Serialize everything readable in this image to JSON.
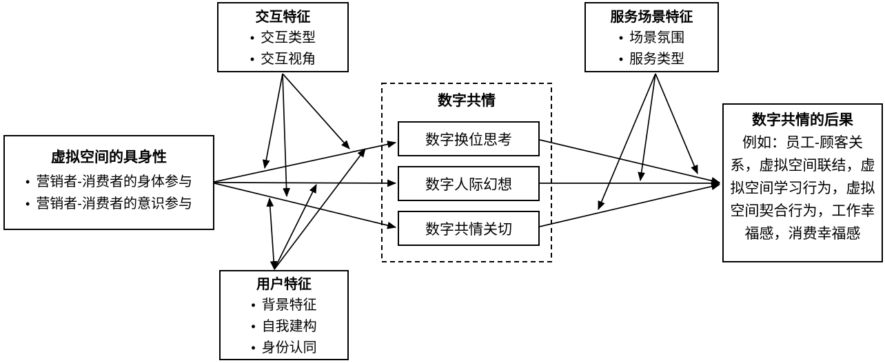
{
  "figure": {
    "type": "conceptual-model-diagram",
    "language": "zh-CN"
  },
  "colors": {
    "background": "#ffffff",
    "line": "#000000",
    "text": "#000000",
    "box_border": "#000000"
  },
  "glyphs": {
    "bullet": "•"
  },
  "boxes": {
    "interaction": {
      "title": "交互特征",
      "items": [
        "交互类型",
        "交互视角"
      ]
    },
    "service": {
      "title": "服务场景特征",
      "items": [
        "场景氛围",
        "服务类型"
      ]
    },
    "embodiment": {
      "title": "虚拟空间的具身性",
      "items": [
        "营销者-消费者的身体参与",
        "营销者-消费者的意识参与"
      ]
    },
    "user": {
      "title": "用户特征",
      "items": [
        "背景特征",
        "自我建构",
        "身份认同"
      ]
    },
    "empathy": {
      "title": "数字共情",
      "components": [
        "数字换位思考",
        "数字人际幻想",
        "数字共情关切"
      ]
    },
    "outcomes": {
      "title": "数字共情的后果",
      "body": "例如：员工-顾客关系，虚拟空间联结，虚拟空间学习行为，虚拟空间契合行为，工作幸福感，消费幸福感"
    }
  },
  "arrows": {
    "direct": [
      {
        "from": "虚拟空间的具身性",
        "to": "数字换位思考"
      },
      {
        "from": "虚拟空间的具身性",
        "to": "数字人际幻想"
      },
      {
        "from": "虚拟空间的具身性",
        "to": "数字共情关切"
      },
      {
        "from": "数字换位思考",
        "to": "数字共情的后果"
      },
      {
        "from": "数字人际幻想",
        "to": "数字共情的后果"
      },
      {
        "from": "数字共情关切",
        "to": "数字共情的后果"
      }
    ],
    "moderation": [
      {
        "from": "交互特征",
        "onto": "虚拟空间的具身性→数字共情 各路径",
        "count": 3
      },
      {
        "from": "用户特征",
        "onto": "虚拟空间的具身性→数字共情 各路径",
        "count": 3,
        "note": "其中一条为双向箭头"
      },
      {
        "from": "服务场景特征",
        "onto": "数字共情→数字共情的后果 各路径",
        "count": 3
      }
    ]
  }
}
